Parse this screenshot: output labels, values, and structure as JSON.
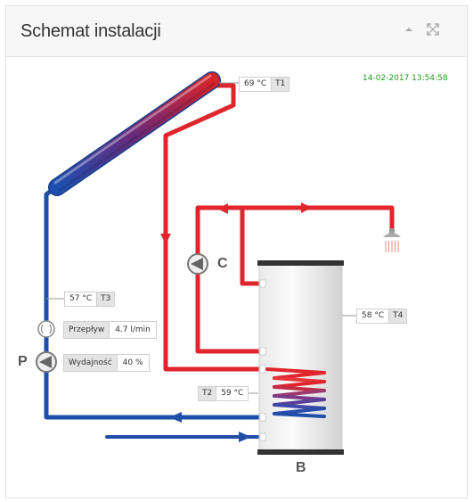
{
  "panel": {
    "title": "Schemat instalacji",
    "collapse_icon": "caret-up-icon",
    "fullscreen_icon": "expand-icon"
  },
  "timestamp": "14-02-2017 13:54:58",
  "sensors": {
    "t1": {
      "value": "69 °C",
      "id": "T1"
    },
    "t2": {
      "value": "59 °C",
      "id": "T2"
    },
    "t3": {
      "value": "57 °C",
      "id": "T3"
    },
    "t4": {
      "value": "58 °C",
      "id": "T4"
    }
  },
  "flow": {
    "label": "Przepływ",
    "value": "4.7 l/min"
  },
  "output": {
    "label": "Wydajność",
    "value": "40 %"
  },
  "labels": {
    "pump_p": "P",
    "pump_c": "C",
    "tank_b": "B"
  },
  "colors": {
    "hot": "#e0262c",
    "cold": "#1f4fa8",
    "timestamp": "#1f9d1f"
  }
}
